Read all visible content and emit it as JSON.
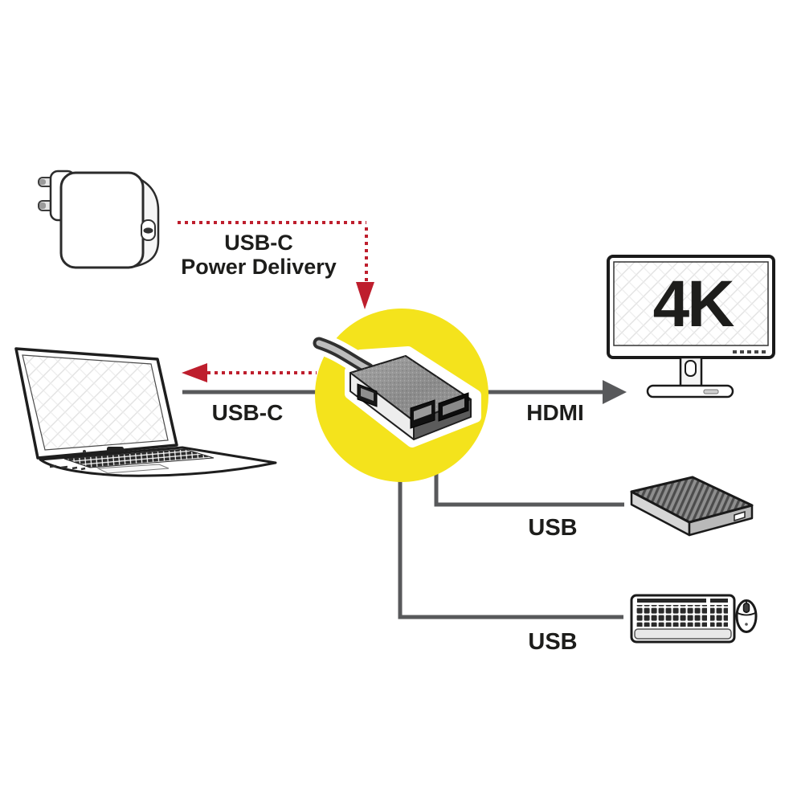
{
  "diagram": {
    "background": "#FFFFFF",
    "colors": {
      "highlight_yellow": "#F4E31C",
      "arrow_red": "#BE1E2D",
      "connector_gray": "#58595B",
      "text_ink": "#1D1D1B"
    },
    "labels": {
      "power_line1": "USB-C",
      "power_line2": "Power Delivery",
      "laptop_port": "USB-C",
      "monitor_port": "HDMI",
      "drive_port": "USB",
      "keyboard_port": "USB"
    },
    "monitor": {
      "badge": "4K"
    },
    "devices": [
      {
        "id": "power-adapter",
        "icon": "usb-c-wall-charger-icon"
      },
      {
        "id": "laptop",
        "icon": "laptop-icon"
      },
      {
        "id": "usb-c-hub",
        "icon": "usb-c-multiport-hub-icon"
      },
      {
        "id": "monitor",
        "icon": "4k-monitor-icon"
      },
      {
        "id": "external-drive",
        "icon": "external-hard-drive-icon"
      },
      {
        "id": "keyboard",
        "icon": "keyboard-icon"
      },
      {
        "id": "mouse",
        "icon": "mouse-icon"
      }
    ],
    "connections": [
      {
        "from": "power-adapter",
        "to": "usb-c-hub",
        "style": "red-dotted-arrow"
      },
      {
        "from": "usb-c-hub",
        "to": "laptop",
        "style": "red-dotted-arrow-and-gray-line"
      },
      {
        "from": "usb-c-hub",
        "to": "monitor",
        "style": "gray-arrow"
      },
      {
        "from": "usb-c-hub",
        "to": "external-drive",
        "style": "gray-line"
      },
      {
        "from": "usb-c-hub",
        "to": "keyboard",
        "style": "gray-line"
      }
    ]
  }
}
